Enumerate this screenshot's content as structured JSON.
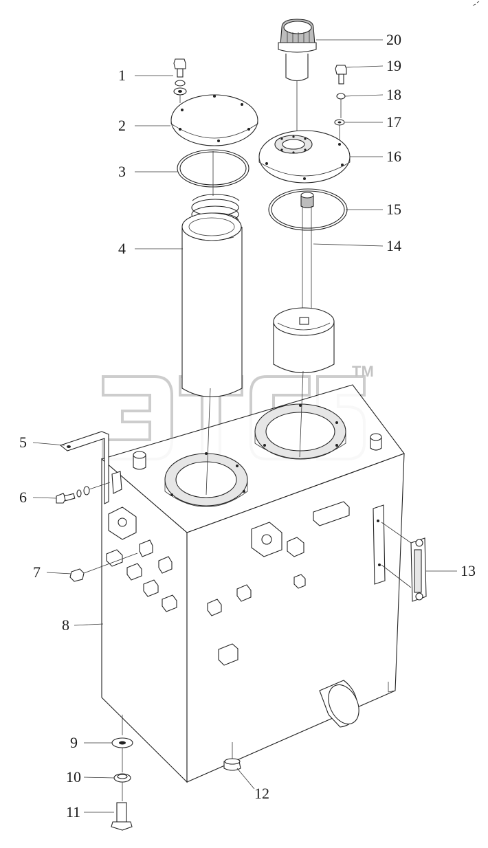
{
  "diagram": {
    "watermark": {
      "logo_text": "ЭТСБ",
      "trademark": "TM"
    },
    "callouts": [
      {
        "id": "1",
        "label": "1"
      },
      {
        "id": "2",
        "label": "2"
      },
      {
        "id": "3",
        "label": "3"
      },
      {
        "id": "4",
        "label": "4"
      },
      {
        "id": "5",
        "label": "5"
      },
      {
        "id": "6",
        "label": "6"
      },
      {
        "id": "7",
        "label": "7"
      },
      {
        "id": "8",
        "label": "8"
      },
      {
        "id": "9",
        "label": "9"
      },
      {
        "id": "10",
        "label": "10"
      },
      {
        "id": "11",
        "label": "11"
      },
      {
        "id": "12",
        "label": "12"
      },
      {
        "id": "13",
        "label": "13"
      },
      {
        "id": "14",
        "label": "14"
      },
      {
        "id": "15",
        "label": "15"
      },
      {
        "id": "16",
        "label": "16"
      },
      {
        "id": "17",
        "label": "17"
      },
      {
        "id": "18",
        "label": "18"
      },
      {
        "id": "19",
        "label": "19"
      },
      {
        "id": "20",
        "label": "20"
      }
    ]
  }
}
